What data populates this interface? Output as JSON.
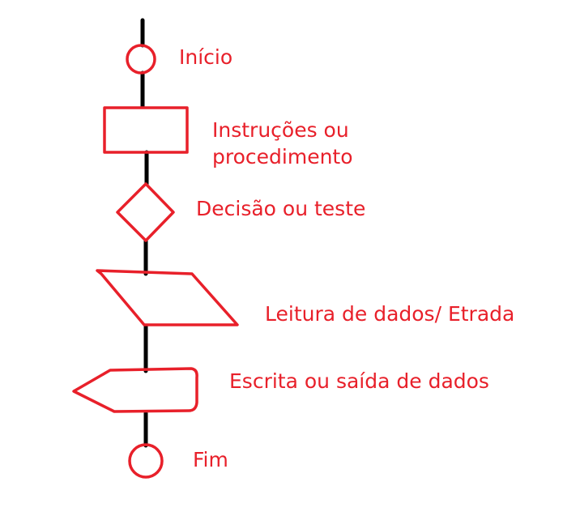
{
  "colors": {
    "shape_stroke": "#e8202a",
    "connector": "#000000",
    "label": "#e8202a"
  },
  "shapes": [
    {
      "id": "inicio",
      "kind": "circle-terminal",
      "label": "Início"
    },
    {
      "id": "instrucoes",
      "kind": "rectangle",
      "label_lines": [
        "Instruções ou",
        "procedimento"
      ]
    },
    {
      "id": "decisao",
      "kind": "diamond",
      "label": "Decisão ou teste"
    },
    {
      "id": "leitura",
      "kind": "parallelogram",
      "label": "Leitura de dados/ Etrada"
    },
    {
      "id": "escrita",
      "kind": "display",
      "label": "Escrita ou saída de dados"
    },
    {
      "id": "fim",
      "kind": "circle-terminal",
      "label": "Fim"
    }
  ]
}
